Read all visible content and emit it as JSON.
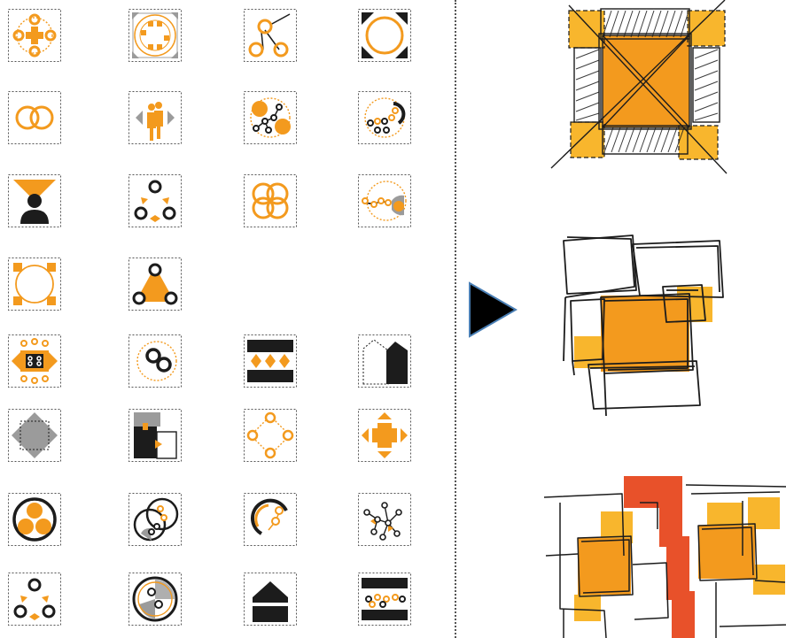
{
  "colors": {
    "orange": "#f39a1e",
    "yellow": "#f8b62d",
    "red": "#e8512a",
    "black": "#1c1c1c",
    "gray": "#9b9b9b",
    "arrow_fill": "#000000",
    "arrow_stroke": "#4a7fb5",
    "frame": "#666666"
  },
  "icon_grid": {
    "rows": 8,
    "columns": 4,
    "icons": [
      {
        "name": "cross-of-circles-icon"
      },
      {
        "name": "ring-with-corner-tabs-icon"
      },
      {
        "name": "three-connected-circles-icon"
      },
      {
        "name": "circle-in-black-corners-icon"
      },
      {
        "name": "two-overlapping-rings-icon"
      },
      {
        "name": "people-group-arrows-icon"
      },
      {
        "name": "circle-network-icon"
      },
      {
        "name": "dotted-circle-cluster-icon"
      },
      {
        "name": "person-spotlight-icon"
      },
      {
        "name": "three-circles-arrows-icon"
      },
      {
        "name": "four-overlapping-rings-icon"
      },
      {
        "name": "network-gray-circle-icon"
      },
      {
        "name": "ring-corner-squares-icon"
      },
      {
        "name": "triangle-three-circles-icon"
      },
      {
        "name": "boxed-dots-icon"
      },
      {
        "name": "dotted-ring-two-circles-icon"
      },
      {
        "name": "black-bands-triangles-icon"
      },
      {
        "name": "house-profile-icon"
      },
      {
        "name": "gray-diamond-icon"
      },
      {
        "name": "black-gray-blocks-icon"
      },
      {
        "name": "four-circle-dotted-diamond-icon"
      },
      {
        "name": "orange-cross-arrows-icon"
      },
      {
        "name": "ring-with-orange-circles-icon"
      },
      {
        "name": "overlapping-ring-pair-icon"
      },
      {
        "name": "partial-ring-icon"
      },
      {
        "name": "branching-network-icon"
      },
      {
        "name": "three-circles-arrows-icon"
      },
      {
        "name": "ring-black-gray-wedge-icon"
      },
      {
        "name": "stacked-house-blocks-icon"
      },
      {
        "name": "bands-with-circles-icon"
      }
    ]
  },
  "arrow": {
    "name": "play-arrow-icon"
  },
  "sketches": [
    {
      "name": "square-plan-sketch"
    },
    {
      "name": "clustered-rooms-sketch"
    },
    {
      "name": "split-plan-sketch"
    }
  ]
}
